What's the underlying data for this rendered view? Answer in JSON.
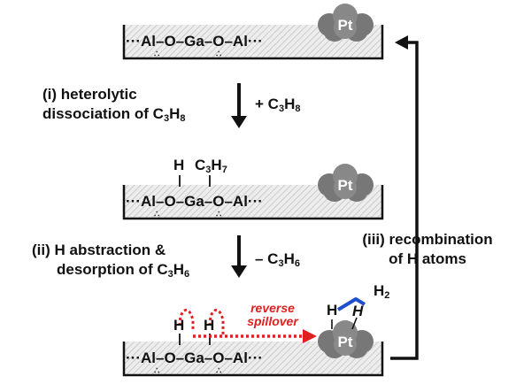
{
  "surface": {
    "chain": "···Al–O–Ga–O–Al···",
    "pt_label": "Pt"
  },
  "step1": {
    "line1": "(i) heterolytic",
    "line2": "dissociation of C",
    "sub_a": "3",
    "h": "H",
    "sub_b": "8",
    "reagent": "+ C",
    "reagent_sub_a": "3",
    "reagent_h": "H",
    "reagent_sub_b": "8"
  },
  "adsorbed": {
    "h_label": "H",
    "c_label": "C",
    "c_sub": "3",
    "c_h": "H",
    "c_h_sub": "7"
  },
  "step2": {
    "line1": "(ii) H abstraction &",
    "line2": "desorption of C",
    "sub_a": "3",
    "h": "H",
    "sub_b": "6",
    "product": "– C",
    "product_sub_a": "3",
    "product_h": "H",
    "product_sub_b": "6"
  },
  "step3": {
    "line1": "(iii) recombination",
    "line2": "of H atoms"
  },
  "spillover": {
    "line1": "reverse",
    "line2": "spillover",
    "h1": "H",
    "h2": "H"
  },
  "hydrogen": {
    "h_left": "H",
    "h_right": "H",
    "h2": "H",
    "h2_sub": "2"
  },
  "colors": {
    "arrow": "#111111",
    "spillover": "#e02020",
    "h2_bond": "#1f4fcf",
    "pt": "#777777",
    "surface_hatch": "#cfcfcf"
  }
}
